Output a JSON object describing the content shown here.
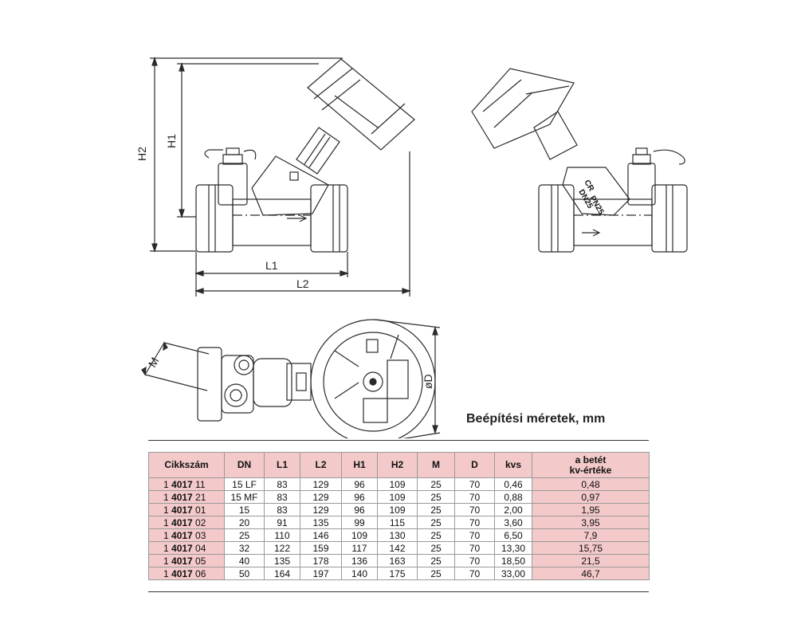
{
  "drawing": {
    "dimension_labels": {
      "h2": "H2",
      "h1": "H1",
      "l1": "L1",
      "l2": "L2",
      "m": "M",
      "d": "øD"
    },
    "valve_marking": [
      "CR",
      "DN25",
      "PN25"
    ]
  },
  "caption": "Beépítési méretek, mm",
  "table": {
    "headers": [
      "Cikkszám",
      "DN",
      "L1",
      "L2",
      "H1",
      "H2",
      "M",
      "D",
      "kvs",
      "a betét\nkv-értéke"
    ],
    "rows": [
      {
        "code_prefix": "1 ",
        "code_bold": "4017",
        "code_suffix": " 11",
        "dn": "15 LF",
        "l1": "83",
        "l2": "129",
        "h1": "96",
        "h2": "109",
        "m": "25",
        "d": "70",
        "kvs": "0,46",
        "kv": "0,48"
      },
      {
        "code_prefix": "1 ",
        "code_bold": "4017",
        "code_suffix": " 21",
        "dn": "15 MF",
        "l1": "83",
        "l2": "129",
        "h1": "96",
        "h2": "109",
        "m": "25",
        "d": "70",
        "kvs": "0,88",
        "kv": "0,97"
      },
      {
        "code_prefix": "1 ",
        "code_bold": "4017",
        "code_suffix": " 01",
        "dn": "15",
        "l1": "83",
        "l2": "129",
        "h1": "96",
        "h2": "109",
        "m": "25",
        "d": "70",
        "kvs": "2,00",
        "kv": "1,95"
      },
      {
        "code_prefix": "1 ",
        "code_bold": "4017",
        "code_suffix": " 02",
        "dn": "20",
        "l1": "91",
        "l2": "135",
        "h1": "99",
        "h2": "115",
        "m": "25",
        "d": "70",
        "kvs": "3,60",
        "kv": "3,95"
      },
      {
        "code_prefix": "1 ",
        "code_bold": "4017",
        "code_suffix": " 03",
        "dn": "25",
        "l1": "110",
        "l2": "146",
        "h1": "109",
        "h2": "130",
        "m": "25",
        "d": "70",
        "kvs": "6,50",
        "kv": "7,9"
      },
      {
        "code_prefix": "1 ",
        "code_bold": "4017",
        "code_suffix": " 04",
        "dn": "32",
        "l1": "122",
        "l2": "159",
        "h1": "117",
        "h2": "142",
        "m": "25",
        "d": "70",
        "kvs": "13,30",
        "kv": "15,75"
      },
      {
        "code_prefix": "1 ",
        "code_bold": "4017",
        "code_suffix": " 05",
        "dn": "40",
        "l1": "135",
        "l2": "178",
        "h1": "136",
        "h2": "163",
        "m": "25",
        "d": "70",
        "kvs": "18,50",
        "kv": "21,5"
      },
      {
        "code_prefix": "1 ",
        "code_bold": "4017",
        "code_suffix": " 06",
        "dn": "50",
        "l1": "164",
        "l2": "197",
        "h1": "140",
        "h2": "175",
        "m": "25",
        "d": "70",
        "kvs": "33,00",
        "kv": "46,7"
      }
    ]
  },
  "colors": {
    "header_fill": "#f3c9c9",
    "line": "#333333"
  }
}
